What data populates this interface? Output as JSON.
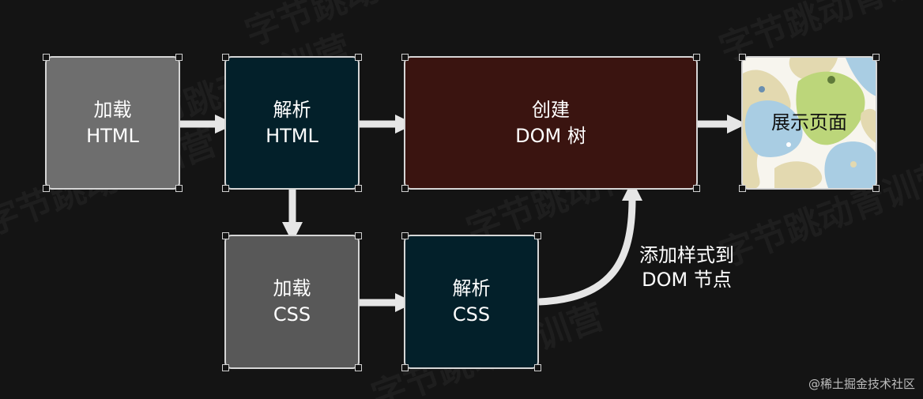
{
  "nodes": {
    "load_html": {
      "line1": "加载",
      "line2": "HTML"
    },
    "parse_html": {
      "line1": "解析",
      "line2": "HTML"
    },
    "create_dom": {
      "line1": "创建",
      "line2": "DOM 树"
    },
    "display": {
      "label": "展示页面"
    },
    "load_css": {
      "line1": "加载",
      "line2": "CSS"
    },
    "parse_css": {
      "line1": "解析",
      "line2": "CSS"
    }
  },
  "edge_labels": {
    "style_to_dom_line1": "添加样式到",
    "style_to_dom_line2": "DOM 节点"
  },
  "watermark": "字节跳动青训营",
  "footer": "@稀土掘金技术社区",
  "colors": {
    "background": "#141414",
    "load_box": "#6e6e6e",
    "load_css_box": "#585858",
    "parse_box": "#03202a",
    "dom_box": "#3a1410",
    "arrow": "#e6e6e6"
  }
}
